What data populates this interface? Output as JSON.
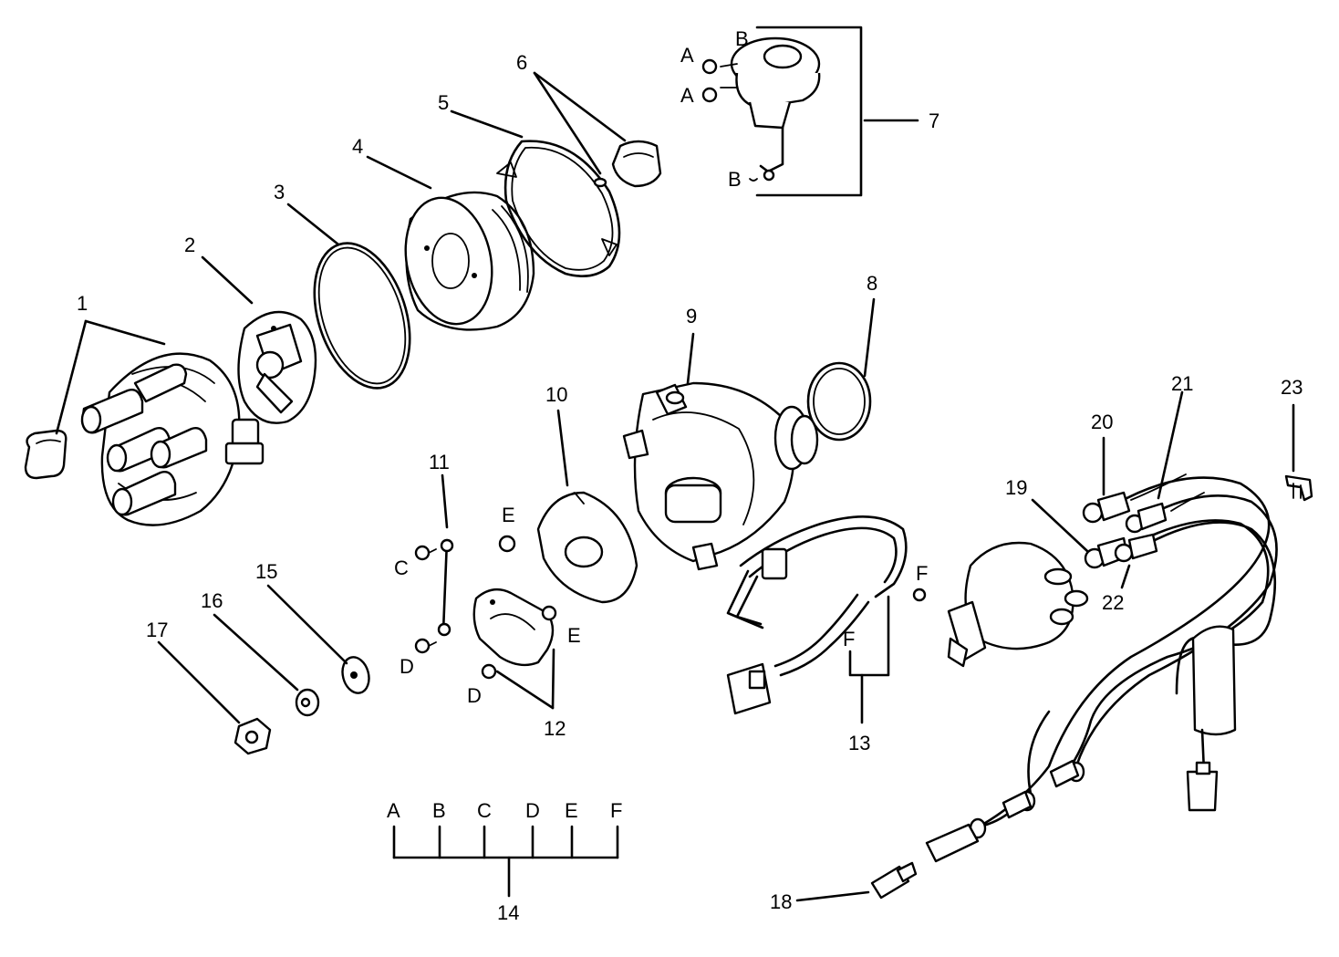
{
  "callouts": {
    "n1": "1",
    "n2": "2",
    "n3": "3",
    "n4": "4",
    "n5": "5",
    "n6": "6",
    "n7": "7",
    "n8": "8",
    "n9": "9",
    "n10": "10",
    "n11": "11",
    "n12": "12",
    "n13": "13",
    "n14": "14",
    "n15": "15",
    "n16": "16",
    "n17": "17",
    "n18": "18",
    "n19": "19",
    "n20": "20",
    "n21": "21",
    "n22": "22",
    "n23": "23"
  },
  "letters": {
    "a": "A",
    "b": "B",
    "c": "C",
    "d": "D",
    "e": "E",
    "f": "F"
  }
}
